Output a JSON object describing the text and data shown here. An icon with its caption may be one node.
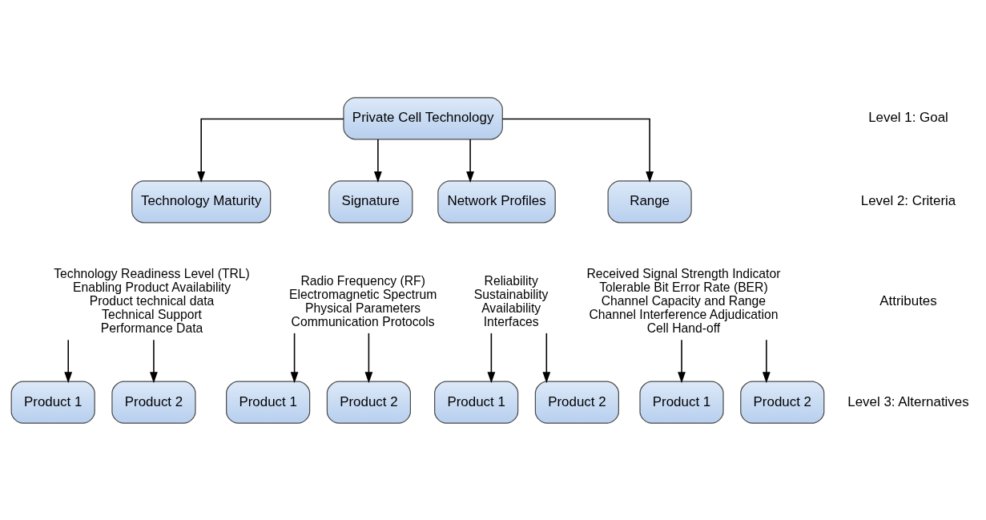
{
  "diagram": {
    "nodes": [
      {
        "text": [
          "Private Cell Technology"
        ]
      },
      {
        "text": [
          "Technology Maturity"
        ]
      },
      {
        "text": [
          "Signature"
        ]
      },
      {
        "text": [
          "Network Profiles"
        ]
      },
      {
        "text": [
          "Range"
        ]
      },
      {
        "text": [
          "Technology Readiness Level (TRL)",
          "Enabling Product Availability",
          "Product technical data",
          "Technical Support",
          "Performance Data"
        ]
      },
      {
        "text": [
          "Radio Frequency (RF)",
          "Electromagnetic Spectrum",
          "Physical Parameters",
          "Communication Protocols"
        ]
      },
      {
        "text": [
          "Reliability",
          "Sustainability",
          "Availability",
          "Interfaces"
        ]
      },
      {
        "text": [
          "Received Signal Strength Indicator",
          "Tolerable Bit Error Rate (BER)",
          "Channel Capacity and Range",
          "Channel Interference Adjudication",
          "Cell Hand-off"
        ]
      },
      {
        "text": [
          "Product 1"
        ]
      },
      {
        "text": [
          "Product 2"
        ]
      },
      {
        "text": [
          "Product 1"
        ]
      },
      {
        "text": [
          "Product 2"
        ]
      },
      {
        "text": [
          "Product 1"
        ]
      },
      {
        "text": [
          "Product 2"
        ]
      },
      {
        "text": [
          "Product 1"
        ]
      },
      {
        "text": [
          "Product 2"
        ]
      }
    ],
    "edges": [
      {
        "from": 0,
        "to": 1,
        "arrow": "to"
      },
      {
        "from": 0,
        "to": 2,
        "arrow": "to"
      },
      {
        "from": 0,
        "to": 3,
        "arrow": "to"
      },
      {
        "from": 0,
        "to": 4,
        "arrow": "to"
      },
      {
        "from": 5,
        "to": 9,
        "arrow": "to"
      },
      {
        "from": 5,
        "to": 10,
        "arrow": "to"
      },
      {
        "from": 6,
        "to": 11,
        "arrow": "to"
      },
      {
        "from": 6,
        "to": 12,
        "arrow": "to"
      },
      {
        "from": 7,
        "to": 13,
        "arrow": "to"
      },
      {
        "from": 7,
        "to": 14,
        "arrow": "to"
      },
      {
        "from": 8,
        "to": 15,
        "arrow": "to"
      },
      {
        "from": 8,
        "to": 16,
        "arrow": "to"
      }
    ],
    "labels": [
      "Level 1: Goal",
      "Level 2: Criteria",
      "Attributes",
      "Level 3: Alternatives"
    ]
  }
}
